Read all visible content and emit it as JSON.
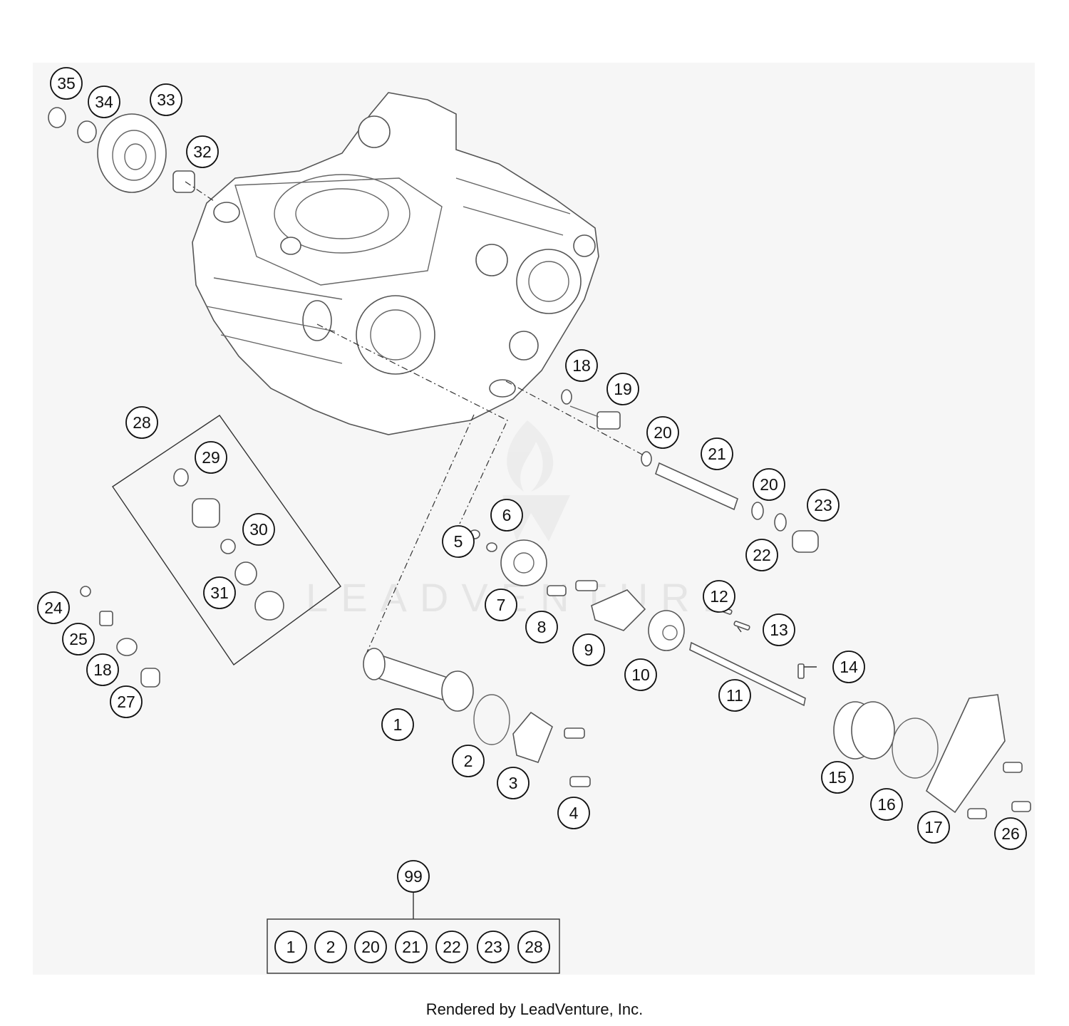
{
  "watermark": {
    "text": "LEADVENTURE"
  },
  "footer": {
    "text": "Rendered by LeadVenture, Inc."
  },
  "callouts": [
    {
      "id": "c35",
      "label": "35"
    },
    {
      "id": "c34",
      "label": "34"
    },
    {
      "id": "c33",
      "label": "33"
    },
    {
      "id": "c32",
      "label": "32"
    },
    {
      "id": "c18a",
      "label": "18"
    },
    {
      "id": "c19",
      "label": "19"
    },
    {
      "id": "c20a",
      "label": "20"
    },
    {
      "id": "c21",
      "label": "21"
    },
    {
      "id": "c20b",
      "label": "20"
    },
    {
      "id": "c23",
      "label": "23"
    },
    {
      "id": "c22",
      "label": "22"
    },
    {
      "id": "c28",
      "label": "28"
    },
    {
      "id": "c29",
      "label": "29"
    },
    {
      "id": "c30",
      "label": "30"
    },
    {
      "id": "c31",
      "label": "31"
    },
    {
      "id": "c6",
      "label": "6"
    },
    {
      "id": "c5",
      "label": "5"
    },
    {
      "id": "c7",
      "label": "7"
    },
    {
      "id": "c8",
      "label": "8"
    },
    {
      "id": "c9",
      "label": "9"
    },
    {
      "id": "c12",
      "label": "12"
    },
    {
      "id": "c13",
      "label": "13"
    },
    {
      "id": "c10",
      "label": "10"
    },
    {
      "id": "c11",
      "label": "11"
    },
    {
      "id": "c14",
      "label": "14"
    },
    {
      "id": "c24",
      "label": "24"
    },
    {
      "id": "c25",
      "label": "25"
    },
    {
      "id": "c18b",
      "label": "18"
    },
    {
      "id": "c27",
      "label": "27"
    },
    {
      "id": "c1",
      "label": "1"
    },
    {
      "id": "c2",
      "label": "2"
    },
    {
      "id": "c3",
      "label": "3"
    },
    {
      "id": "c4",
      "label": "4"
    },
    {
      "id": "c15",
      "label": "15"
    },
    {
      "id": "c16",
      "label": "16"
    },
    {
      "id": "c17",
      "label": "17"
    },
    {
      "id": "c26",
      "label": "26"
    },
    {
      "id": "c99",
      "label": "99"
    }
  ],
  "kit": {
    "label": "99",
    "items": [
      "1",
      "2",
      "20",
      "21",
      "22",
      "23",
      "28"
    ]
  }
}
